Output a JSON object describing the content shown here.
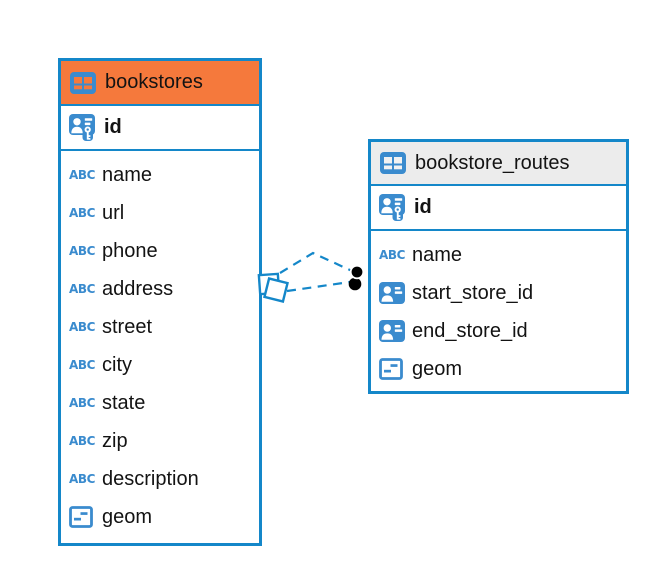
{
  "diagram": {
    "colors": {
      "accent_blue": "#1487C9",
      "icon_blue": "#3A8BCE",
      "bookstores_header_bg": "#F5793C",
      "routes_header_bg": "#ECECEC",
      "relationship_dot": "#000000"
    },
    "icons": {
      "text_type_glyph": "ABC"
    },
    "tables": [
      {
        "name": "bookstores",
        "primary_key": {
          "name": "id",
          "type": "primary-key"
        },
        "fields": [
          {
            "name": "name",
            "type": "text"
          },
          {
            "name": "url",
            "type": "text"
          },
          {
            "name": "phone",
            "type": "text"
          },
          {
            "name": "address",
            "type": "text"
          },
          {
            "name": "street",
            "type": "text"
          },
          {
            "name": "city",
            "type": "text"
          },
          {
            "name": "state",
            "type": "text"
          },
          {
            "name": "zip",
            "type": "text"
          },
          {
            "name": "description",
            "type": "text"
          },
          {
            "name": "geom",
            "type": "geometry"
          }
        ]
      },
      {
        "name": "bookstore_routes",
        "primary_key": {
          "name": "id",
          "type": "primary-key"
        },
        "fields": [
          {
            "name": "name",
            "type": "text"
          },
          {
            "name": "start_store_id",
            "type": "reference"
          },
          {
            "name": "end_store_id",
            "type": "reference"
          },
          {
            "name": "geom",
            "type": "geometry"
          }
        ]
      }
    ],
    "relationships": [
      {
        "from": "bookstores",
        "to": "bookstore_routes",
        "style": "dashed",
        "source_marker": "stacked-squares",
        "target_marker": "filled-dot"
      },
      {
        "from": "bookstores",
        "to": "bookstore_routes",
        "style": "dashed",
        "source_marker": "stacked-squares",
        "target_marker": "filled-dot"
      }
    ]
  }
}
